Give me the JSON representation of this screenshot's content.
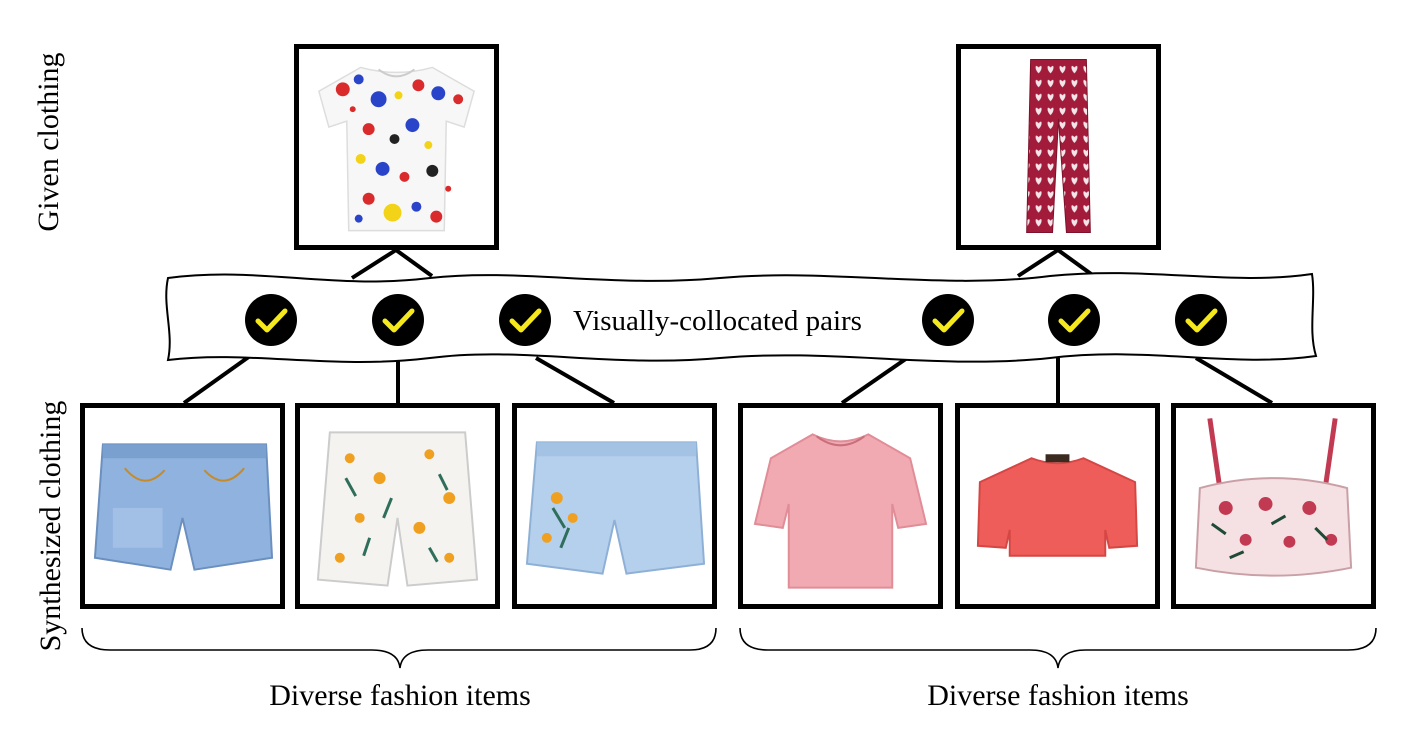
{
  "labels": {
    "given": "Given clothing",
    "synthesized": "Synthesized clothing"
  },
  "banner": {
    "text": "Visually-collocated pairs",
    "check_count_left": 3,
    "check_count_right": 3,
    "check_color": "#f5e81c"
  },
  "groups": [
    {
      "given_item": "splatter-print-tshirt",
      "caption": "Diverse fashion items",
      "synthesized_items": [
        "denim-shorts",
        "floral-white-shorts",
        "floral-denim-shorts"
      ]
    },
    {
      "given_item": "heart-print-trousers",
      "caption": "Diverse fashion items",
      "synthesized_items": [
        "pink-blouse",
        "coral-crop-top",
        "floral-bralette-top"
      ]
    }
  ]
}
